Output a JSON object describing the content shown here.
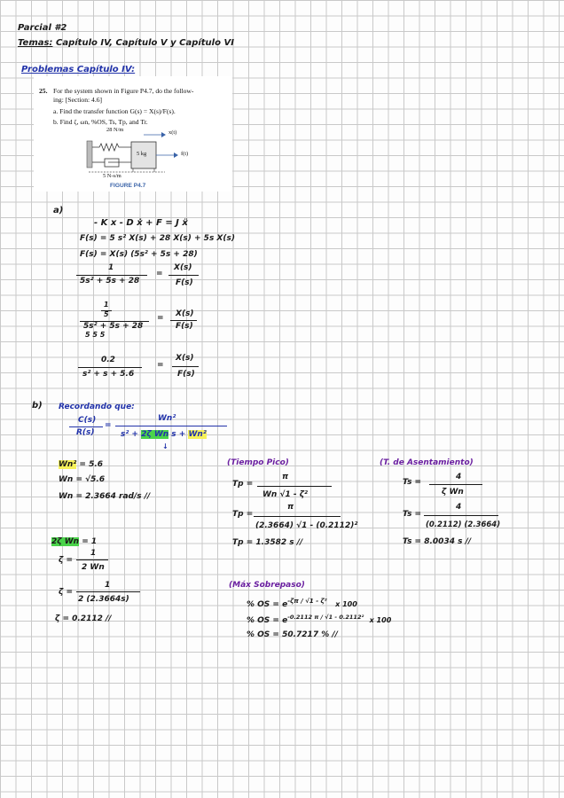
{
  "header": {
    "title": "Parcial #2",
    "temas_label": "Temas:",
    "temas_value": "Capítulo IV, Capítulo V y Capítulo VI"
  },
  "section": {
    "title": "Problemas Capítulo IV:"
  },
  "problem": {
    "number": "25.",
    "statement_line1": "For the system shown in Figure P4.7, do the follow-",
    "statement_line2": "ing: [Section: 4.6]",
    "item_a": "a. Find the transfer function G(s) = X(s)/F(s).",
    "item_b": "b. Find ζ, ωn, %OS, Ts, Tp, and Tr.",
    "figure": {
      "spring_label": "28 N/m",
      "x_label": "x(t)",
      "mass_label": "5 kg",
      "force_label": "f(t)",
      "damper_label": "5 N-s/m",
      "caption": "FIGURE P4.7"
    }
  },
  "part_a": {
    "label": "a)",
    "eq1": "- K x - D ẋ + F = J ẍ",
    "eq2": "F(s) = 5 s² X(s) + 28 X(s) + 5s X(s)",
    "eq3": "F(s) = X(s) (5s² + 5s + 28)",
    "f1_num": "1",
    "f1_den": "5s² + 5s + 28",
    "f1_rhs_num": "X(s)",
    "f1_rhs_den": "F(s)",
    "f2_num_top": "1",
    "f2_num_bottom": "5",
    "f2_den": "5s² + 5s + 28",
    "f2_den_under": "5       5      5",
    "f2_rhs_num": "X(s)",
    "f2_rhs_den": "F(s)",
    "f3_num": "0.2",
    "f3_den": "s² + s + 5.6",
    "f3_rhs_num": "X(s)",
    "f3_rhs_den": "F(s)",
    "eq_sign": "="
  },
  "part_b": {
    "label": "b)",
    "recordando": "Recordando que:",
    "gen_lhs_num": "C(s)",
    "gen_lhs_den": "R(s)",
    "gen_rhs_num": "Wn²",
    "gen_den_pre": "s² + ",
    "gen_den_green": "2ζ Wn",
    "gen_den_mid": " s + ",
    "gen_den_yellow": "Wn²",
    "gen_under": "↓",
    "wn_sq": "Wn² = 5.6",
    "wn_sq_lhs": "Wn²",
    "wn_sq_rhs": " = 5.6",
    "wn_sqrt": "Wn = √5.6",
    "wn_val": "Wn = 2.3664 rad/s //",
    "zeta_eq": "2ζ Wn = 1",
    "zeta_eq_lhs": "2ζ Wn",
    "zeta_eq_rhs": " = 1",
    "zeta_f1_lhs": "ζ =",
    "zeta_f1_num": "1",
    "zeta_f1_den": "2 Wn",
    "zeta_f2_lhs": "ζ =",
    "zeta_f2_num": "1",
    "zeta_f2_den": "2 (2.3664s)",
    "zeta_val": "ζ = 0.2112 //",
    "tp_title": "(Tiempo Pico)",
    "tp_f1_lhs": "Tp =",
    "tp_f1_num": "π",
    "tp_f1_den": "Wn √1 - ζ²",
    "tp_f2_lhs": "Tp =",
    "tp_f2_num": "π",
    "tp_f2_den": "(2.3664) √1 - (0.2112)²",
    "tp_val": "Tp = 1.3582 s //",
    "ts_title": "(T. de Asentamiento)",
    "ts_f1_lhs": "Ts =",
    "ts_f1_num": "4",
    "ts_f1_den": "ζ Wn",
    "ts_f2_lhs": "Ts =",
    "ts_f2_num": "4",
    "ts_f2_den": "(0.2112) (2.3664)",
    "ts_val": "Ts = 8.0034 s //",
    "os_title": "(Máx Sobrepaso)",
    "os_l1_lhs": "% OS =",
    "os_l1_exp": "-ζπ / √1 - ζ²",
    "os_l1_tail": "x 100",
    "os_l2_lhs": "% OS =",
    "os_l2_exp": "-0.2112 π / √1 - 0.2112²",
    "os_l2_tail": "x 100",
    "os_val": "% OS = 50.7217 % //"
  }
}
